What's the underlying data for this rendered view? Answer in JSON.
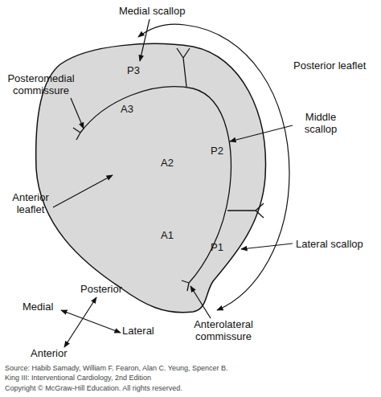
{
  "diagram": {
    "caption": "Source: Habib Samady, William F. Fearon, Alan C. Yeung, Spencer B. King III: Interventional Cardiology, 2nd Edition",
    "nodes": [
      {
        "text": [
          "P3",
          "A3",
          "A2",
          "P2",
          "A1",
          "P1"
        ]
      }
    ],
    "labels": [
      "Medial scallop",
      "Posterior leaflet",
      "Posteromedial commissure",
      "Middle scallop",
      "Anterior leaflet",
      "Lateral scallop",
      "Anterolateral commissure",
      "Posterior",
      "Medial",
      "Lateral",
      "Anterior",
      "Copyright © McGraw-Hill Education. All rights reserved."
    ]
  }
}
